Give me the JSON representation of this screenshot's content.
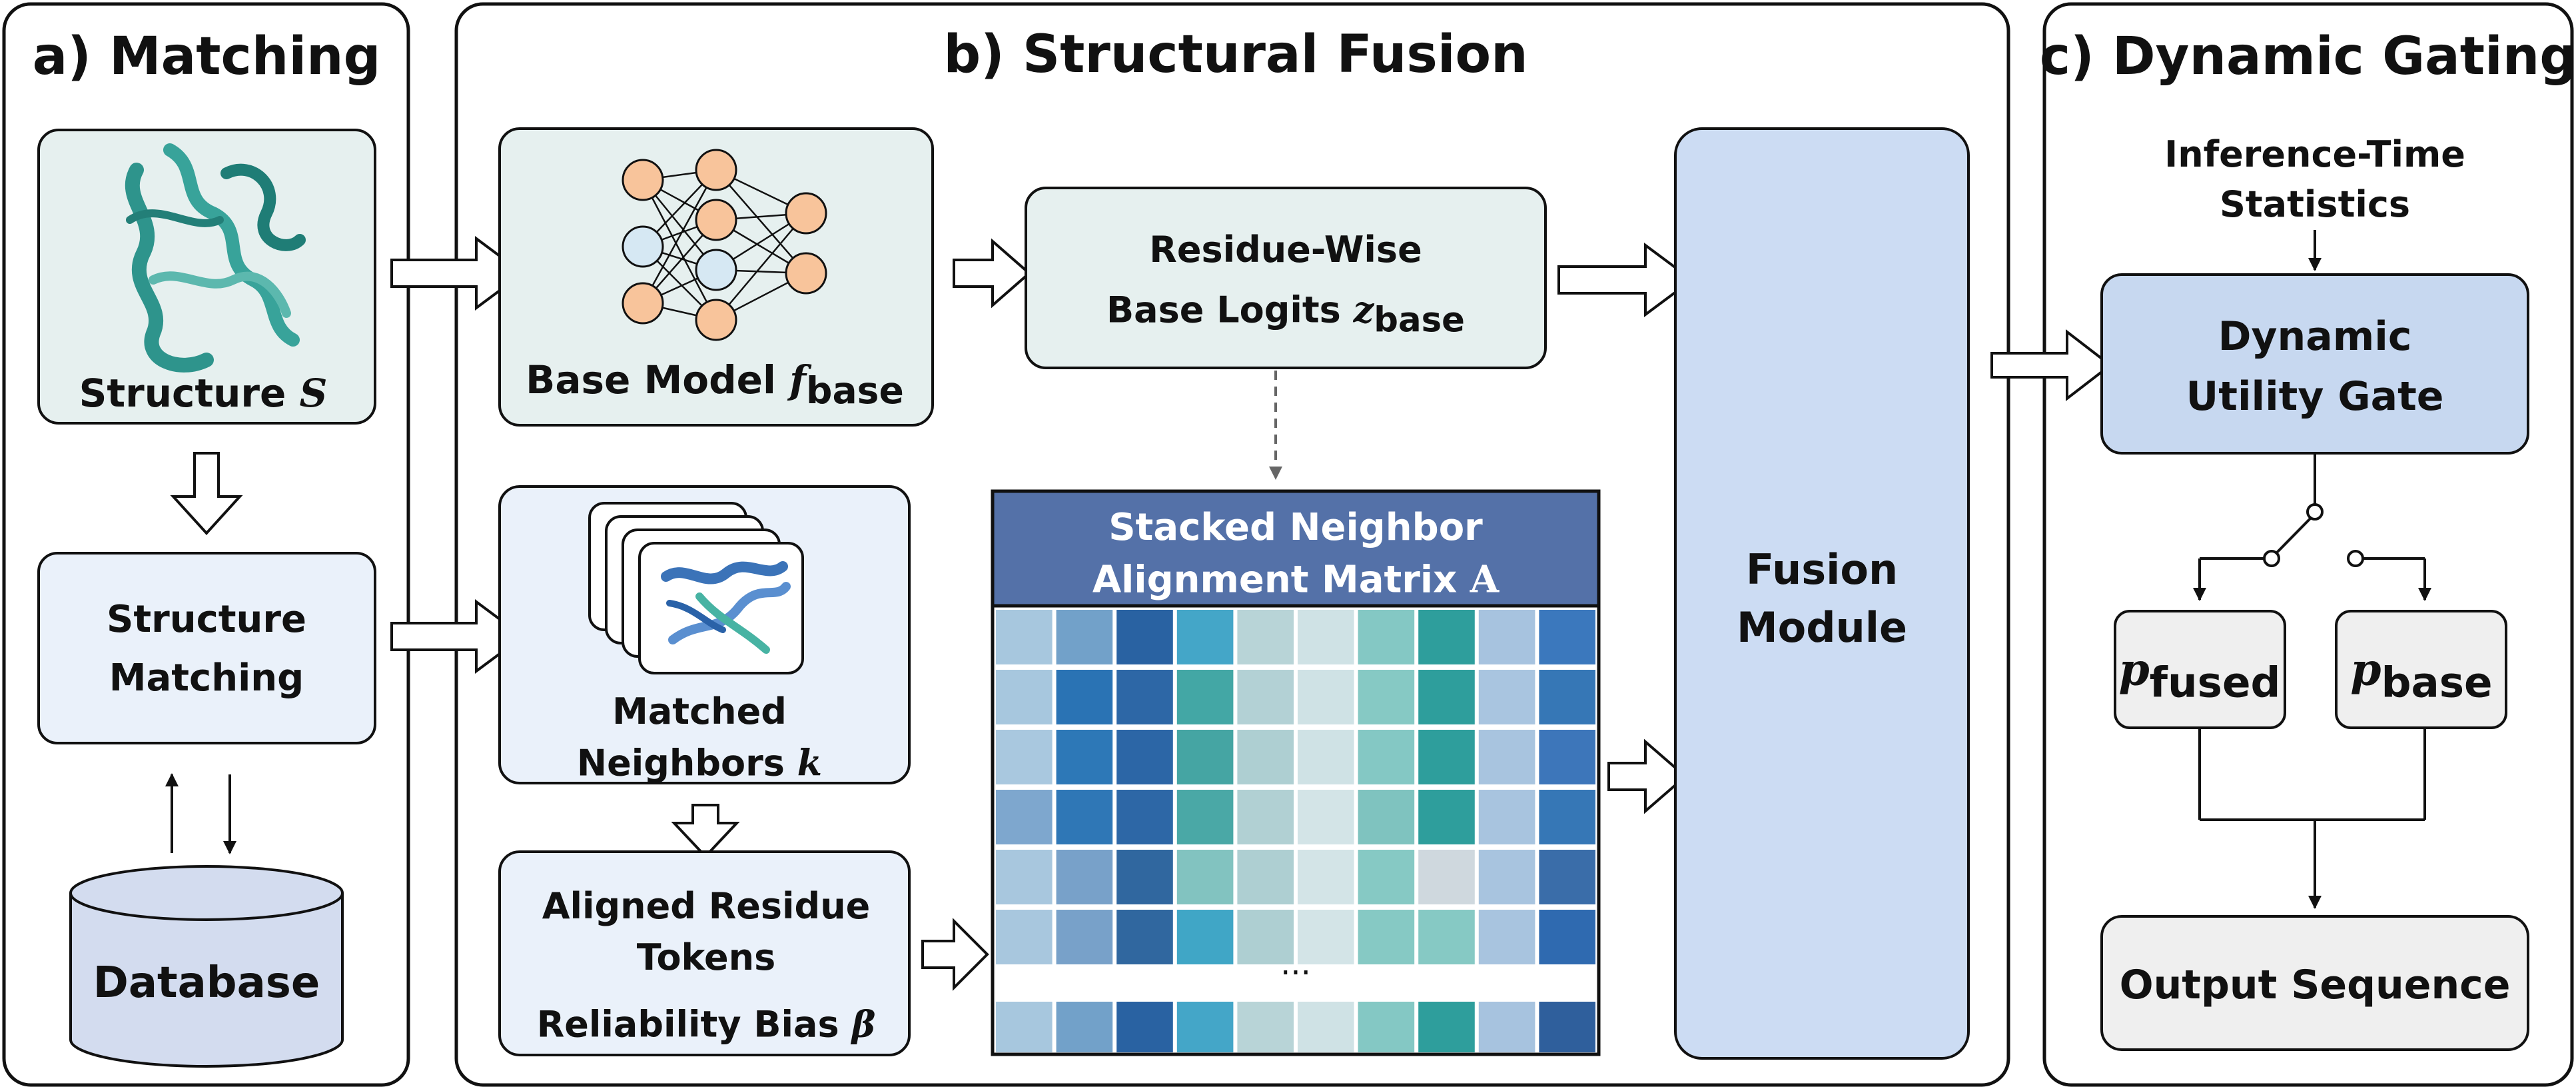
{
  "panels": {
    "matching": {
      "title": "a) Matching"
    },
    "fusion": {
      "title": "b) Structural Fusion"
    },
    "gating": {
      "title": "c) Dynamic Gating"
    }
  },
  "matching": {
    "structure_label": "Structure",
    "structure_symbol": "S",
    "structure_matching": [
      "Structure",
      "Matching"
    ],
    "database": "Database"
  },
  "fusion": {
    "base_model_label": "Base Model",
    "base_model_symbol": "f",
    "base_model_sub": "base",
    "logits_line1": "Residue-Wise",
    "logits_line2": "Base Logits",
    "logits_symbol": "z",
    "logits_sub": "base",
    "neighbors_line1": "Matched",
    "neighbors_line2": "Neighbors",
    "neighbors_symbol": "k",
    "aligned_line1": "Aligned Residue",
    "aligned_line2": "Tokens",
    "reliability_label": "Reliability Bias",
    "reliability_symbol": "β",
    "matrix_line1": "Stacked Neighbor",
    "matrix_line2": "Alignment Matrix",
    "matrix_symbol": "A",
    "matrix_ellipsis": "···",
    "fusion_module": [
      "Fusion",
      "Module"
    ]
  },
  "gating": {
    "inference_stats": [
      "Inference-Time",
      "Statistics"
    ],
    "gate": [
      "Dynamic",
      "Utility Gate"
    ],
    "p_symbol": "p",
    "fused_sub": "fused",
    "base_sub": "base",
    "output": "Output Sequence"
  },
  "colors": {
    "teal_box": "#e6f0ef",
    "blue_box": "#eaf1fa",
    "fusion_module": "#ccdcf3",
    "gate": "#c7d8f0",
    "gray_box": "#efefef",
    "matrix_header": "#5471a8",
    "database": "#d3dcef",
    "protein_teal": "#2e948c",
    "protein_blue": "#3b73b8",
    "nn_node": "#f8c49b",
    "nn_node_alt": "#d6e8f3"
  },
  "matrix_grid": [
    [
      "#a7c7de",
      "#72a1c9",
      "#2962a2",
      "#44a6c8",
      "#b8d4d7",
      "#cfe2e5",
      "#84c8c4",
      "#2e9e9c",
      "#a7c3df",
      "#3b78bd"
    ],
    [
      "#a7c7de",
      "#2a73b4",
      "#2d67a6",
      "#43a7a5",
      "#b3d1d5",
      "#cfe2e5",
      "#86c9c4",
      "#2e9e9c",
      "#a9c5e0",
      "#3677b6"
    ],
    [
      "#a9c8df",
      "#2d78b7",
      "#2c66a6",
      "#45a5a3",
      "#aecfd2",
      "#cfe2e5",
      "#84c8c4",
      "#2e9e9c",
      "#a8c4df",
      "#3d76ba"
    ],
    [
      "#7ea7ce",
      "#2f77b6",
      "#2d67a6",
      "#4aa8a6",
      "#b1d0d3",
      "#d3e4e7",
      "#7fc3bf",
      "#2e9e9c",
      "#a8c4df",
      "#3677b6"
    ],
    [
      "#a8c7de",
      "#78a1c9",
      "#30679f",
      "#82c3c0",
      "#aecfd2",
      "#d3e4e7",
      "#86c9c4",
      "#cfd8de",
      "#a8c4df",
      "#3a6da9"
    ],
    [
      "#a8c7de",
      "#78a1c9",
      "#30679f",
      "#40a6c6",
      "#aecfd2",
      "#d3e4e7",
      "#86c9c4",
      "#86c9c4",
      "#a8c4df",
      "#2f6ab0"
    ],
    [
      "#a7c7de",
      "#72a1c9",
      "#2962a2",
      "#44a6c8",
      "#b8d4d7",
      "#cfe2e5",
      "#84c8c4",
      "#2e9e9c",
      "#a7c3df",
      "#2f5f9c"
    ]
  ]
}
